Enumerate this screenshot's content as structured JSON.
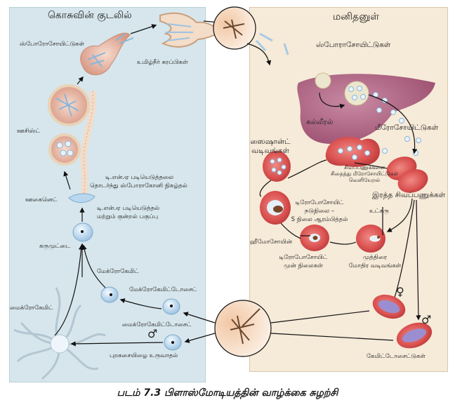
{
  "figure": {
    "caption": "படம் 7.3 பிளாஸ்மோடியத்தின் வாழ்க்கை சுழற்சி"
  },
  "mosquito_panel": {
    "title": "கொசுவின் குடலில்",
    "labels": {
      "sporozoites": "ஸ்போரோசோயிட்டுகள்",
      "salivary_glands": "உமிழ்நீர் சுரப்பிகள்",
      "oocyst": "ஊசிஸ்ட்",
      "dna_replication_sporogony_1": "டி.என்.ஏ படியெடுத்தலை",
      "dna_replication_sporogony_2": "தொடர்ந்து ஸ்போராகோனி நிகழ்தல்",
      "ookinete": "ஊகைனெட்",
      "dna_meiosis_1": "டி.என்.ஏ படியெடுத்தல்",
      "dna_meiosis_2": "மற்றும் குன்றல் பகுப்பு",
      "zygote": "கருமுட்டை",
      "macrogamete": "மேக்ரோகேமிட்",
      "macrogametocyte": "மேக்ரோகேமிட்டோசைட்",
      "microgamete": "மைக்ரோகேமிட்",
      "microgametocyte": "மைக்ரோகேமிட்டோசைட்",
      "male_symbol": "♂",
      "exflagellation": "புறகசையிழை உருவாதல்"
    }
  },
  "human_panel": {
    "title": "மனிதனுள்",
    "labels": {
      "sporozoites": "ஸ்போராசோயிட்டுகள்",
      "liver": "கல்லீரல்",
      "merozoites": "மீரோசோயிட்டுகள்",
      "schizont_1": "ஸைஷான்ட்",
      "schizont_2": "வடிவங்கள்",
      "rbc_rupture_1": "சிவப்பணுக்களை",
      "rbc_rupture_2": "சிதைத்து மீரோசோயிட்டுகள்",
      "rbc_rupture_3": "வெளியேறல்",
      "rbc": "இரத்த சிவப்பணுக்கள்",
      "trophozoite_mid_1": "டிரோபோசோயிட்",
      "trophozoite_mid_2": "நடுநிலை –",
      "trophozoite_mid_3": "S நிலை ஆரம்பித்தல்",
      "nucleus": "உட்கரு",
      "hemozoin": "ஹீமோசோயின்",
      "trophozoite_early_1": "டிரோபோசோயிட்",
      "trophozoite_early_2": "முன் நிலைகள்",
      "ring_1": "முத்திரை",
      "ring_2": "மோதிர வடிவங்கள்",
      "female_symbol": "♀",
      "male_symbol": "♂",
      "gametocytes": "கேமிட்டோசைட்டுகள்"
    }
  },
  "colors": {
    "mosquito_bg": "#d6e6ec",
    "human_bg": "#f6ead8",
    "liver": "#b86b8a",
    "rbc": "#d9504f",
    "parasite": "#c9dff0"
  }
}
